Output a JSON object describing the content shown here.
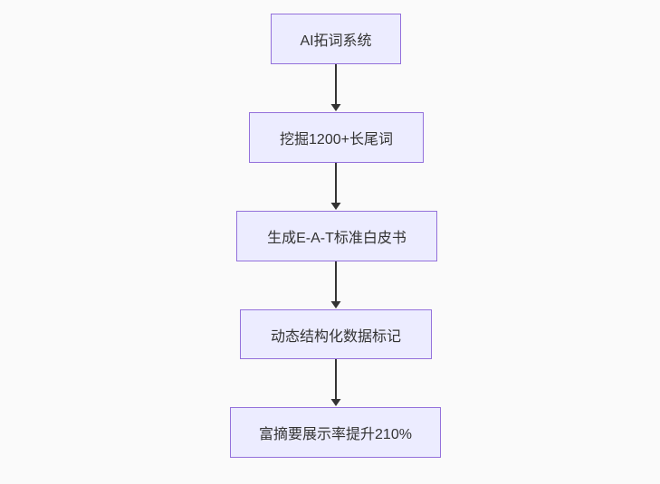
{
  "flowchart": {
    "type": "vertical-flow",
    "direction": "top-down",
    "nodes": [
      {
        "id": "A",
        "label": "AI拓词系统"
      },
      {
        "id": "B",
        "label": "挖掘1200+长尾词"
      },
      {
        "id": "C",
        "label": "生成E-A-T标准白皮书"
      },
      {
        "id": "D",
        "label": "动态结构化数据标记"
      },
      {
        "id": "E",
        "label": "富摘要展示率提升210%"
      }
    ],
    "edges": [
      {
        "from": "A",
        "to": "B"
      },
      {
        "from": "B",
        "to": "C"
      },
      {
        "from": "C",
        "to": "D"
      },
      {
        "from": "D",
        "to": "E"
      }
    ]
  },
  "colors": {
    "background": "#fafafa",
    "node_fill": "#ececff",
    "node_border": "#9370db",
    "node_text": "#333333",
    "arrow": "#333333"
  }
}
